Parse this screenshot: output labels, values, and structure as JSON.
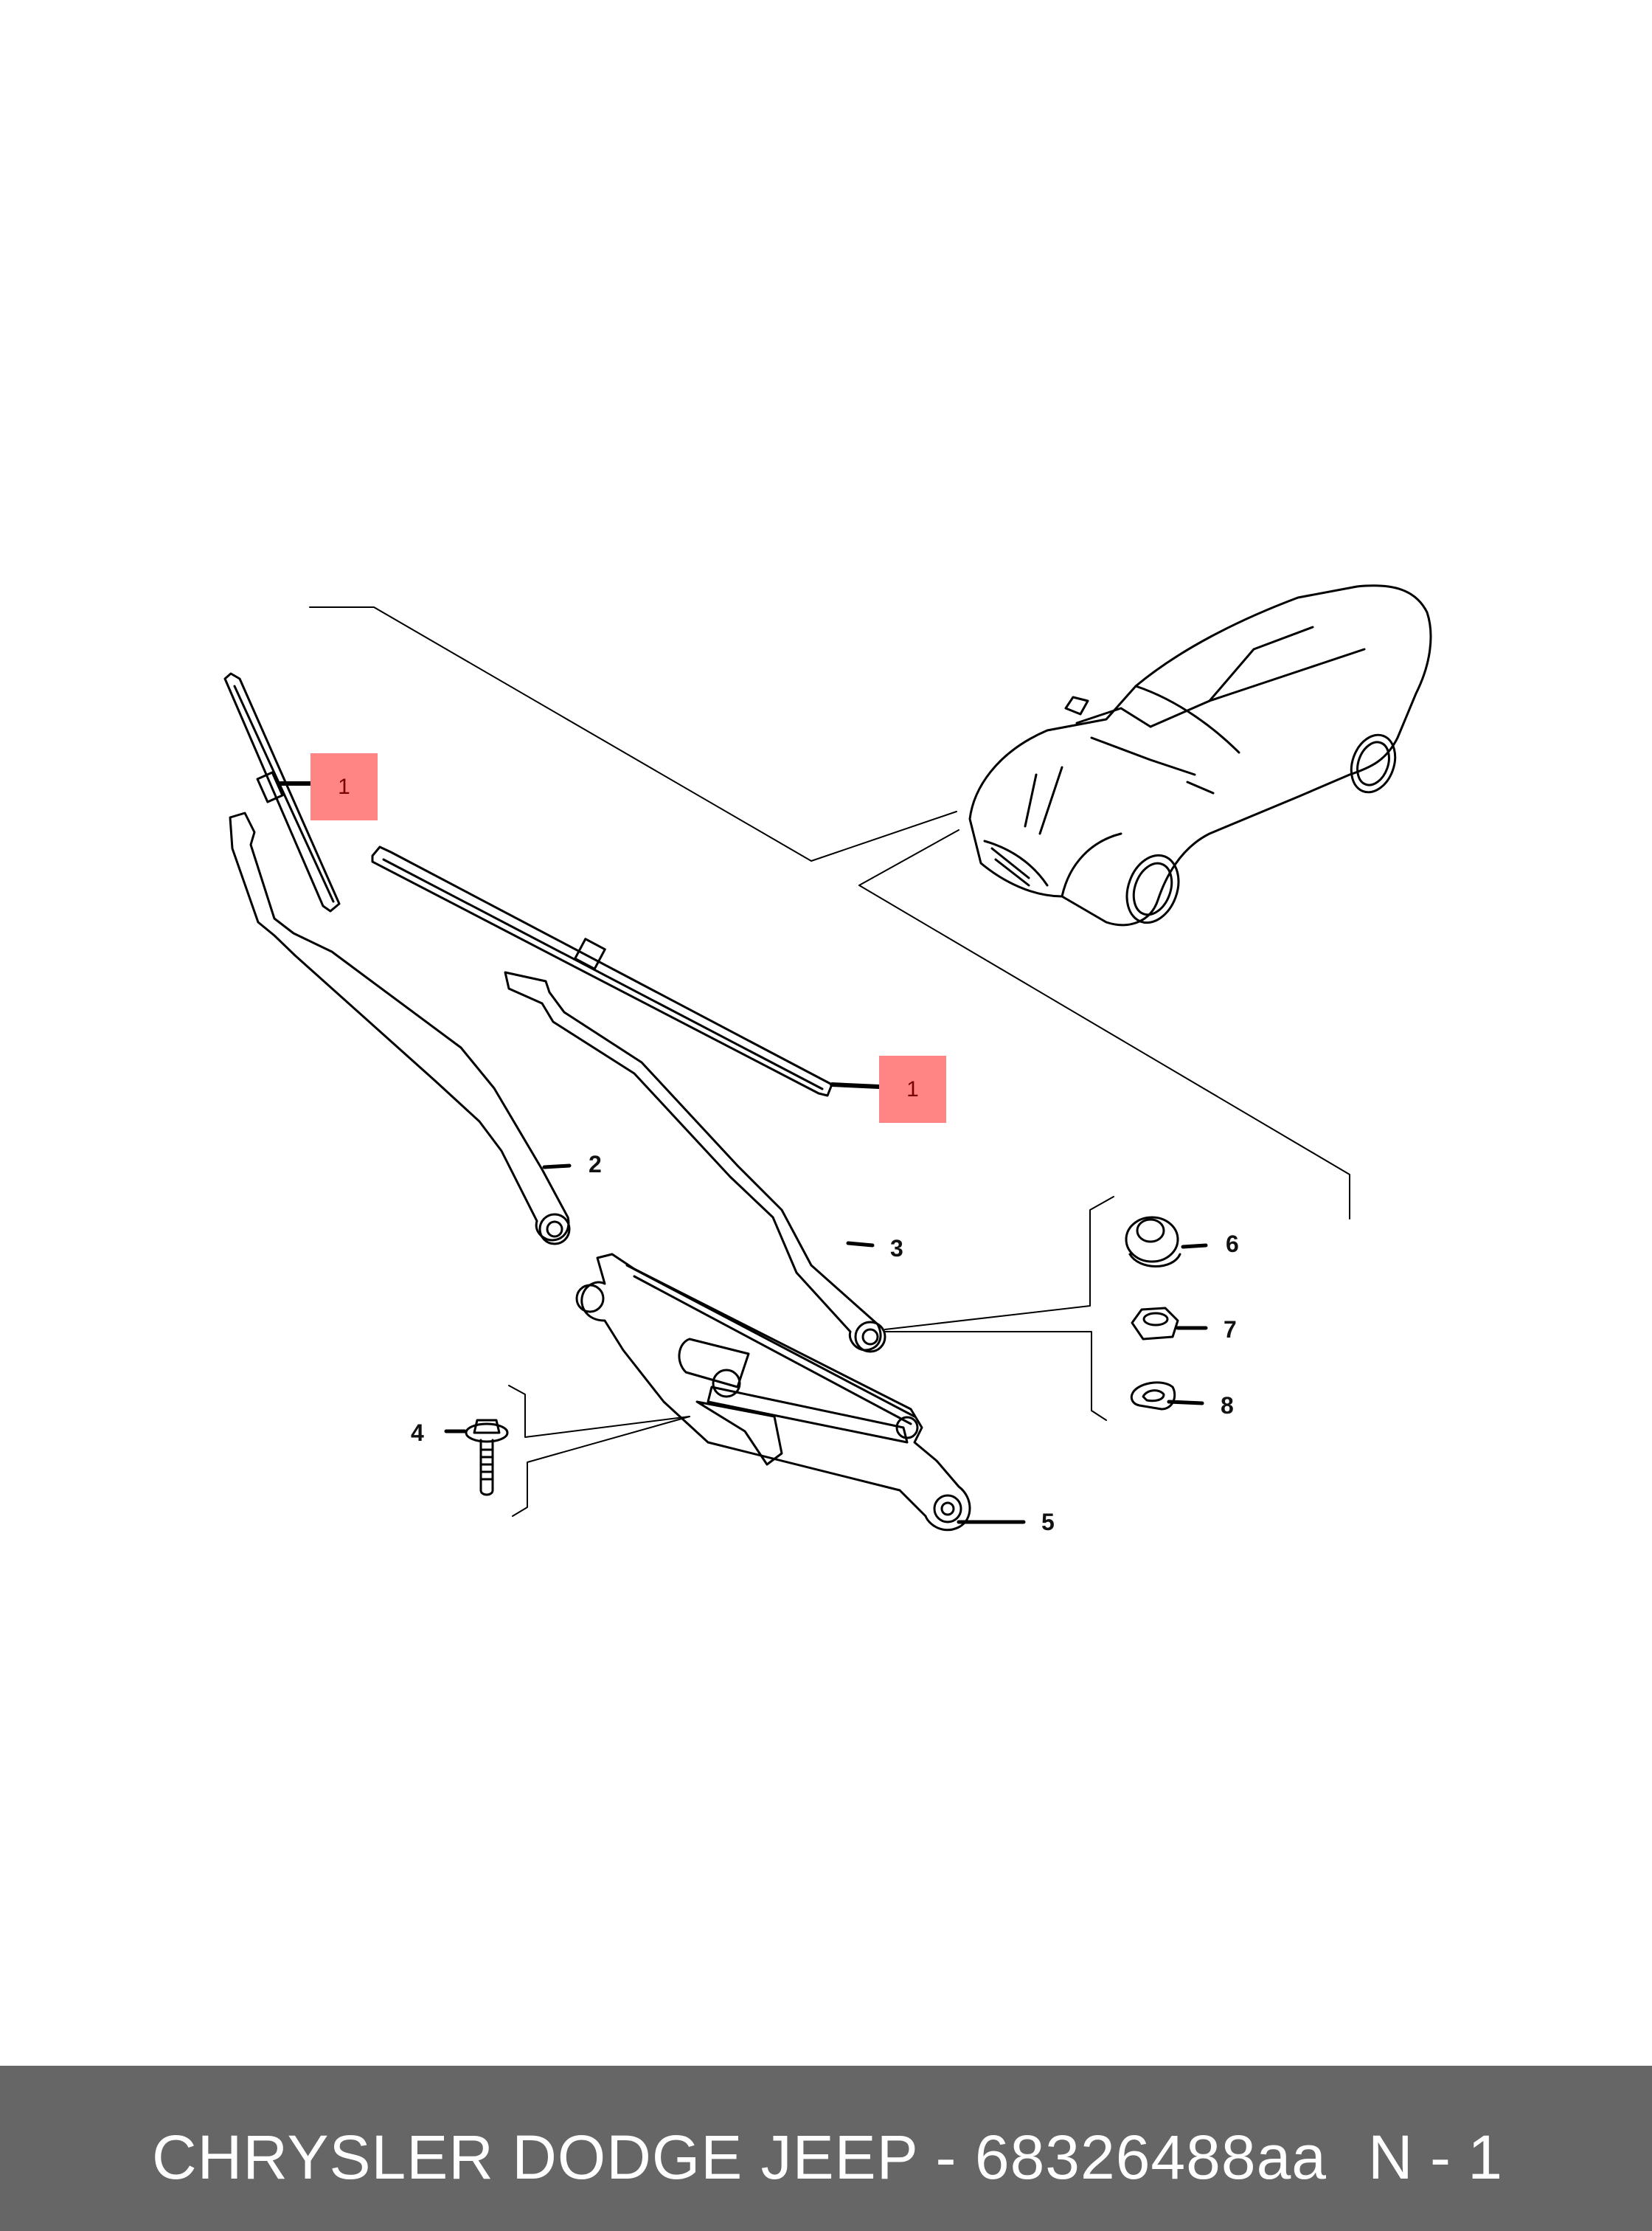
{
  "diagram": {
    "subject": "Windshield wiper system exploded view with vehicle locator",
    "highlighted_callouts": [
      {
        "label": "1",
        "part": "wiper-blade-left"
      },
      {
        "label": "1",
        "part": "wiper-blade-right"
      }
    ],
    "callouts": [
      {
        "label": "2",
        "part": "wiper-arm-left"
      },
      {
        "label": "3",
        "part": "wiper-arm-right"
      },
      {
        "label": "4",
        "part": "bolt"
      },
      {
        "label": "5",
        "part": "wiper-linkage-and-motor"
      },
      {
        "label": "6",
        "part": "cap"
      },
      {
        "label": "7",
        "part": "nut"
      },
      {
        "label": "8",
        "part": "washer"
      }
    ],
    "highlight_color": "#ff8585",
    "highlight_text_color": "#7a0000"
  },
  "footer": {
    "title": "CHRYSLER DODGE JEEP - 68326488aa",
    "page": "N - 1",
    "background": "#666666"
  }
}
